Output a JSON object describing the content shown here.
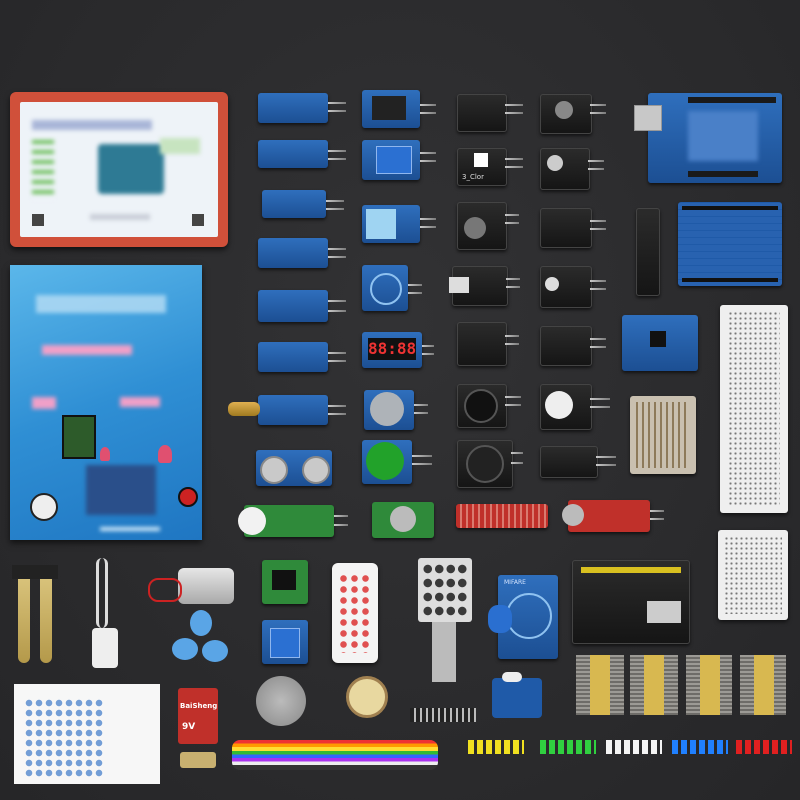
{
  "scene": {
    "description_hidden": "",
    "background_color": "#2a2a2c",
    "pcb_blue": "#1f5aa8",
    "pcb_black": "#1a1a1a",
    "pcb_red": "#c0302a",
    "pcb_green": "#2f8a3a",
    "display_digits": "88:88",
    "rfid_label": "MIFARE",
    "battery_brand": "BaiSheng",
    "battery_voltage": "9V",
    "color_module_label": "3_Clor",
    "led_colors": [
      "#f0e020",
      "#30d040",
      "#f4f4f4",
      "#2080ff",
      "#e02020"
    ]
  }
}
